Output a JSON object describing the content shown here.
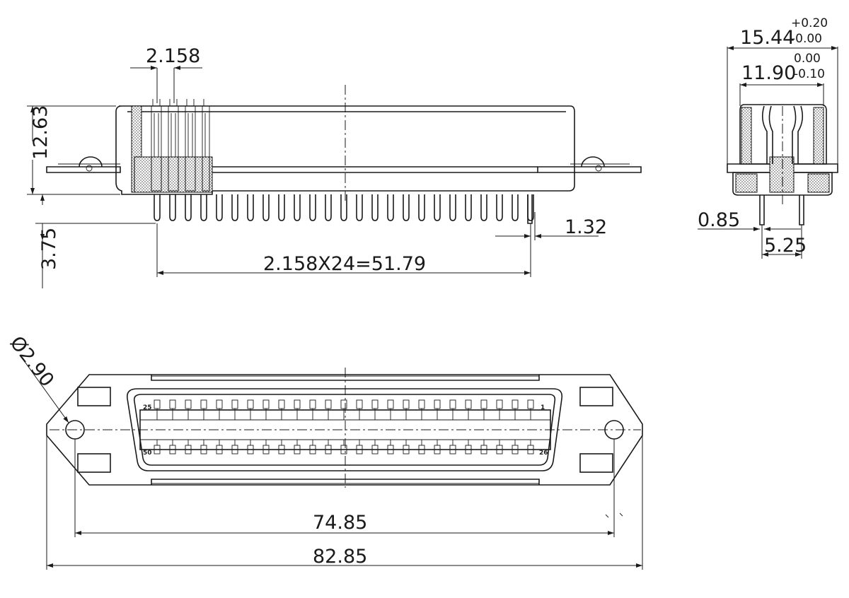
{
  "front_view": {
    "pitch_label": "2.158",
    "height_label": "12.63",
    "pin_length_label": "3.75",
    "pin_span_label": "2.158X24=51.79",
    "pin_offset_label": "1.32"
  },
  "side_view": {
    "outer_width_label": "15.44",
    "outer_tol_plus": "+0.20",
    "outer_tol_minus": "-0.00",
    "inner_width_label": "11.90",
    "inner_tol_plus": "0.00",
    "inner_tol_minus": "-0.10",
    "pin_row_offset_label": "0.85",
    "row_spacing_label": "5.25"
  },
  "top_view": {
    "hole_diameter_label": "Ø2.90",
    "hole_spacing_label": "74.85",
    "overall_length_label": "82.85",
    "pin_first_top": "25",
    "pin_last_top": "1",
    "pin_first_bottom": "50",
    "pin_last_bottom": "26"
  }
}
